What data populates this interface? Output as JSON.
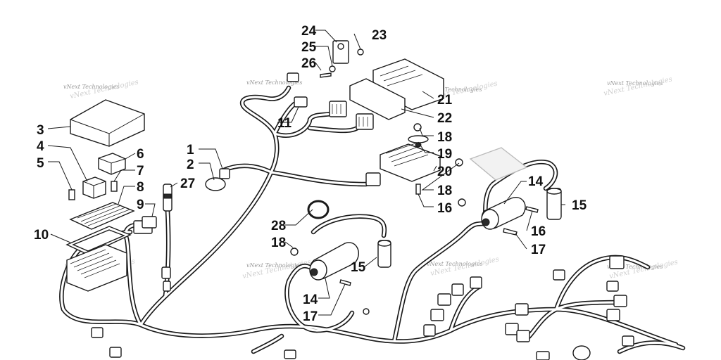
{
  "diagram": {
    "watermark_text": "vNext Technologies",
    "callouts": [
      {
        "id": "c1",
        "label": "1"
      },
      {
        "id": "c2",
        "label": "2"
      },
      {
        "id": "c3",
        "label": "3"
      },
      {
        "id": "c4",
        "label": "4"
      },
      {
        "id": "c5",
        "label": "5"
      },
      {
        "id": "c6",
        "label": "6"
      },
      {
        "id": "c7",
        "label": "7"
      },
      {
        "id": "c8",
        "label": "8"
      },
      {
        "id": "c9",
        "label": "9"
      },
      {
        "id": "c10",
        "label": "10"
      },
      {
        "id": "c11",
        "label": "11"
      },
      {
        "id": "c14a",
        "label": "14"
      },
      {
        "id": "c14b",
        "label": "14"
      },
      {
        "id": "c15a",
        "label": "15"
      },
      {
        "id": "c15b",
        "label": "15"
      },
      {
        "id": "c16a",
        "label": "16"
      },
      {
        "id": "c16b",
        "label": "16"
      },
      {
        "id": "c17a",
        "label": "17"
      },
      {
        "id": "c17b",
        "label": "17"
      },
      {
        "id": "c18a",
        "label": "18"
      },
      {
        "id": "c18b",
        "label": "18"
      },
      {
        "id": "c18c",
        "label": "18"
      },
      {
        "id": "c19",
        "label": "19"
      },
      {
        "id": "c20",
        "label": "20"
      },
      {
        "id": "c21",
        "label": "21"
      },
      {
        "id": "c22",
        "label": "22"
      },
      {
        "id": "c23",
        "label": "23"
      },
      {
        "id": "c24",
        "label": "24"
      },
      {
        "id": "c25",
        "label": "25"
      },
      {
        "id": "c26",
        "label": "26"
      },
      {
        "id": "c27",
        "label": "27"
      },
      {
        "id": "c28",
        "label": "28"
      }
    ]
  }
}
